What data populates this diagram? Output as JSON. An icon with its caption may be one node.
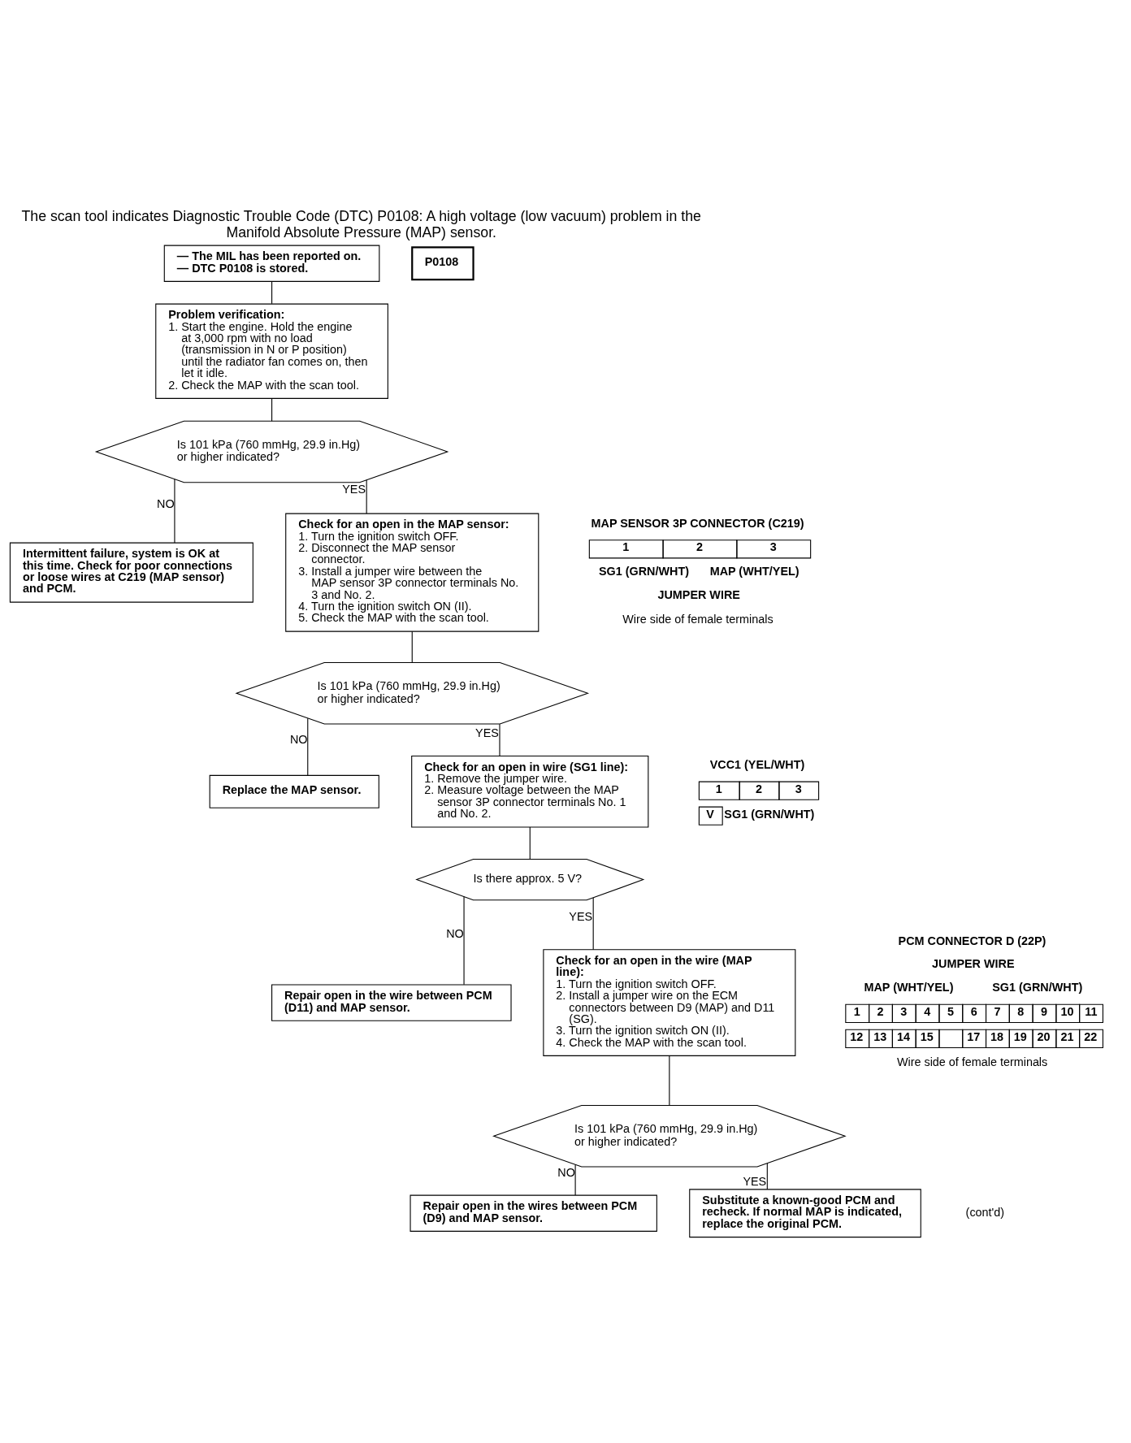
{
  "diagram": {
    "title": "The scan tool indicates Diagnostic Trouble Code (DTC) P0108: A high voltage (low vacuum) problem in the Manifold Absolute Pressure (MAP) sensor.",
    "nodes": [
      {
        "text": [
          "— The MIL has been reported on.",
          "— DTC P0108 is stored."
        ]
      },
      {
        "text": [
          "Problem verification:",
          "1. Start the engine. Hold the engine at 3,000 rpm with no load (transmission in N or P position) until the radiator fan comes on, then let it idle.",
          "2. Check the MAP with the scan tool."
        ]
      },
      {
        "text": [
          "Is 101 kPa (760 mmHg, 29.9 in.Hg) or higher indicated?"
        ]
      },
      {
        "text": [
          "Intermittent failure, system is OK at this time. Check for poor connections or loose wires at C219 (MAP sensor) and PCM."
        ]
      },
      {
        "text": [
          "Check for an open in the MAP sensor:",
          "1. Turn the ignition switch OFF.",
          "2. Disconnect the MAP sensor connector.",
          "3. Install a jumper wire between the MAP sensor 3P connector terminals No. 3 and No. 2.",
          "4. Turn the ignition switch ON (II).",
          "5. Check the MAP with the scan tool."
        ]
      },
      {
        "text": [
          "Is 101 kPa (760 mmHg, 29.9 in.Hg) or higher indicated?"
        ]
      },
      {
        "text": [
          "Replace the MAP sensor."
        ]
      },
      {
        "text": [
          "Check for an open in wire (SG1 line):",
          "1. Remove the jumper wire.",
          "2. Measure voltage between the MAP sensor 3P connector terminals No. 1 and No. 2."
        ]
      },
      {
        "text": [
          "Is there approx. 5 V?"
        ]
      },
      {
        "text": [
          "Repair open in the wire between PCM (D11) and MAP sensor."
        ]
      },
      {
        "text": [
          "Check for an open in the wire (MAP line):",
          "1. Turn the ignition switch OFF.",
          "2. Install a jumper wire on the ECM connectors between D9 (MAP) and D11 (SG).",
          "3. Turn the ignition switch ON (II).",
          "4. Check the MAP with the scan tool."
        ]
      },
      {
        "text": [
          "Is 101 kPa (760 mmHg, 29.9 in.Hg) or higher indicated?"
        ]
      },
      {
        "text": [
          "Repair open in the wires between PCM (D9) and MAP sensor."
        ]
      },
      {
        "text": [
          "Substitute a known-good PCM and recheck. If normal MAP is indicated, replace the original PCM."
        ]
      }
    ],
    "edges": [
      {
        "from": 0,
        "to": 1,
        "arrow": "none"
      },
      {
        "from": 1,
        "to": 2,
        "arrow": "none"
      },
      {
        "from": 2,
        "to": 3,
        "arrow": "none",
        "label": "NO"
      },
      {
        "from": 2,
        "to": 4,
        "arrow": "none",
        "label": "YES"
      },
      {
        "from": 4,
        "to": 5,
        "arrow": "none"
      },
      {
        "from": 5,
        "to": 6,
        "arrow": "none",
        "label": "NO"
      },
      {
        "from": 5,
        "to": 7,
        "arrow": "none",
        "label": "YES"
      },
      {
        "from": 7,
        "to": 8,
        "arrow": "none"
      },
      {
        "from": 8,
        "to": 9,
        "arrow": "none",
        "label": "NO"
      },
      {
        "from": 8,
        "to": 10,
        "arrow": "none",
        "label": "YES"
      },
      {
        "from": 10,
        "to": 11,
        "arrow": "none"
      },
      {
        "from": 11,
        "to": 12,
        "arrow": "none",
        "label": "NO"
      },
      {
        "from": 11,
        "to": 13,
        "arrow": "none",
        "label": "YES"
      }
    ],
    "labels": [
      "P0108",
      "MAP SENSOR 3P CONNECTOR (C219)",
      "1",
      "2",
      "3",
      "SG1 (GRN/WHT)",
      "MAP (WHT/YEL)",
      "JUMPER WIRE",
      "Wire side of female terminals",
      "VCC1 (YEL/WHT)",
      "1",
      "2",
      "3",
      "V",
      "SG1 (GRN/WHT)",
      "PCM CONNECTOR D (22P)",
      "JUMPER WIRE",
      "MAP (WHT/YEL)",
      "SG1 (GRN/WHT)",
      "1",
      "2",
      "3",
      "4",
      "5",
      "6",
      "7",
      "8",
      "9",
      "10",
      "11",
      "12",
      "13",
      "14",
      "15",
      "17",
      "18",
      "19",
      "20",
      "21",
      "22",
      "Wire side of female terminals",
      "(cont'd)"
    ]
  }
}
